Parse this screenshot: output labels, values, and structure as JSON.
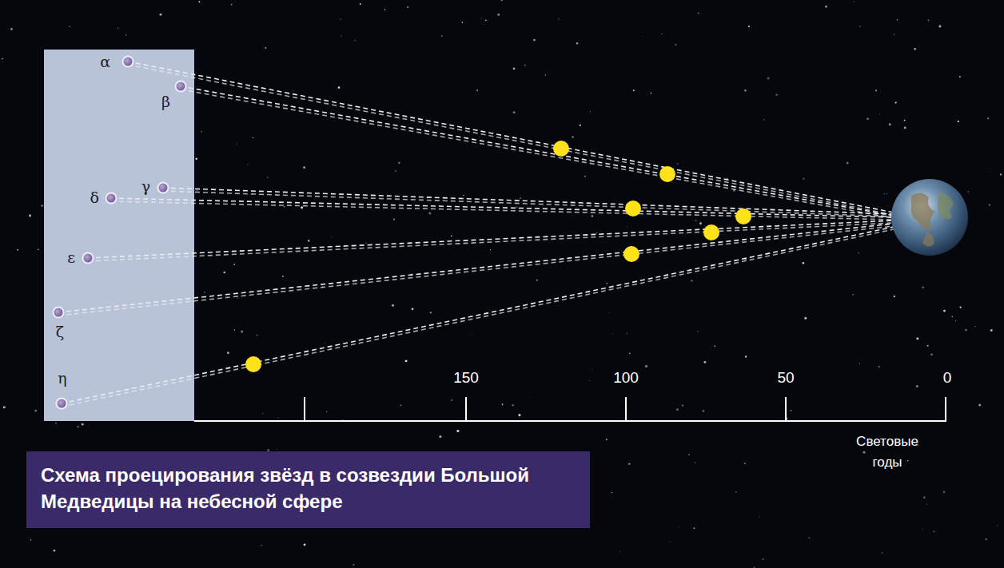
{
  "diagram": {
    "caption": "Схема проецирования звёзд в созвездии Большой Медведицы на небесной сфере",
    "labels": [
      "α",
      "β",
      "γ",
      "δ",
      "ε",
      "ζ",
      "η",
      "150",
      "100",
      "50",
      "0",
      "Световые годы"
    ]
  }
}
